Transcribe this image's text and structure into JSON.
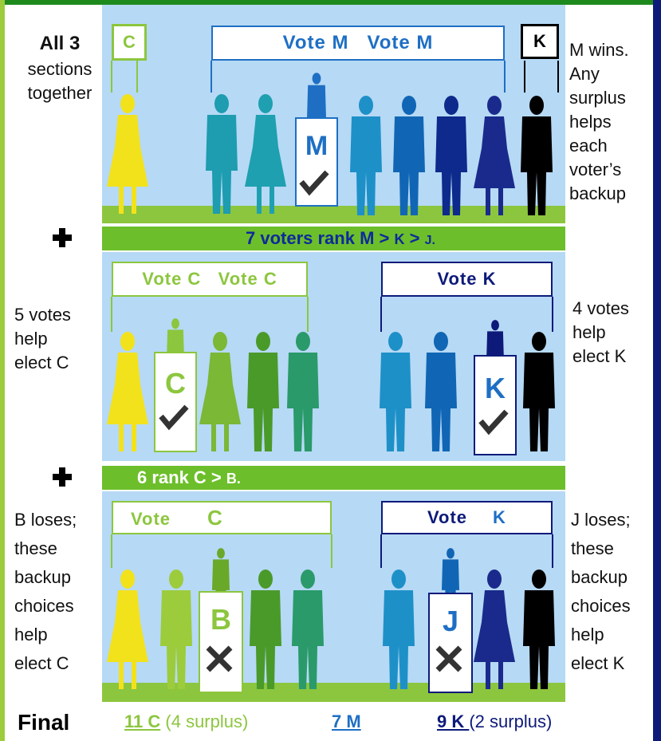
{
  "colors": {
    "sky": "#b6d9f5",
    "grass": "#8cc63e",
    "bar_green": "#6cbf2a",
    "c_green": "#8cc63e",
    "m_blue": "#1e6fc4",
    "k_navy": "#0d1a7a"
  },
  "section1": {
    "left_title": "All 3",
    "left_lines": [
      "sections",
      "together"
    ],
    "right_lines": [
      "M wins.",
      "Any",
      "surplus",
      "helps",
      "each",
      "voter’s",
      "backup"
    ],
    "sign_c": "C",
    "sign_m1": "Vote M",
    "sign_m2": "Vote M",
    "sign_k": "K",
    "box_letter": "M",
    "bar_main": "7 voters rank M > ",
    "bar_k": "K",
    "bar_sep": " > ",
    "bar_j": "J."
  },
  "section2": {
    "left_lines": [
      "5 votes",
      "help",
      "elect C"
    ],
    "right_lines": [
      "4 votes",
      "help",
      "elect K"
    ],
    "sign_c1": "Vote C",
    "sign_c2": "Vote C",
    "sign_k": "Vote K",
    "box_c": "C",
    "box_k": "K",
    "bar_main": "6 rank C > ",
    "bar_b": "B."
  },
  "section3": {
    "left_lines": [
      "B loses;",
      "these",
      "backup",
      "choices",
      "help",
      "elect C"
    ],
    "right_lines": [
      "J loses;",
      "these",
      "backup",
      "choices",
      "help",
      "elect K"
    ],
    "sign_vote_left": "Vote",
    "sign_c": "C",
    "sign_vote_right": "Vote",
    "sign_k": "K",
    "box_b": "B",
    "box_j": "J"
  },
  "final": {
    "label": "Final",
    "c_value": "11 C",
    "c_note": "(4 surplus)",
    "m_value": "7 M",
    "k_value": "9 K ",
    "k_note": "(2 surplus)"
  }
}
